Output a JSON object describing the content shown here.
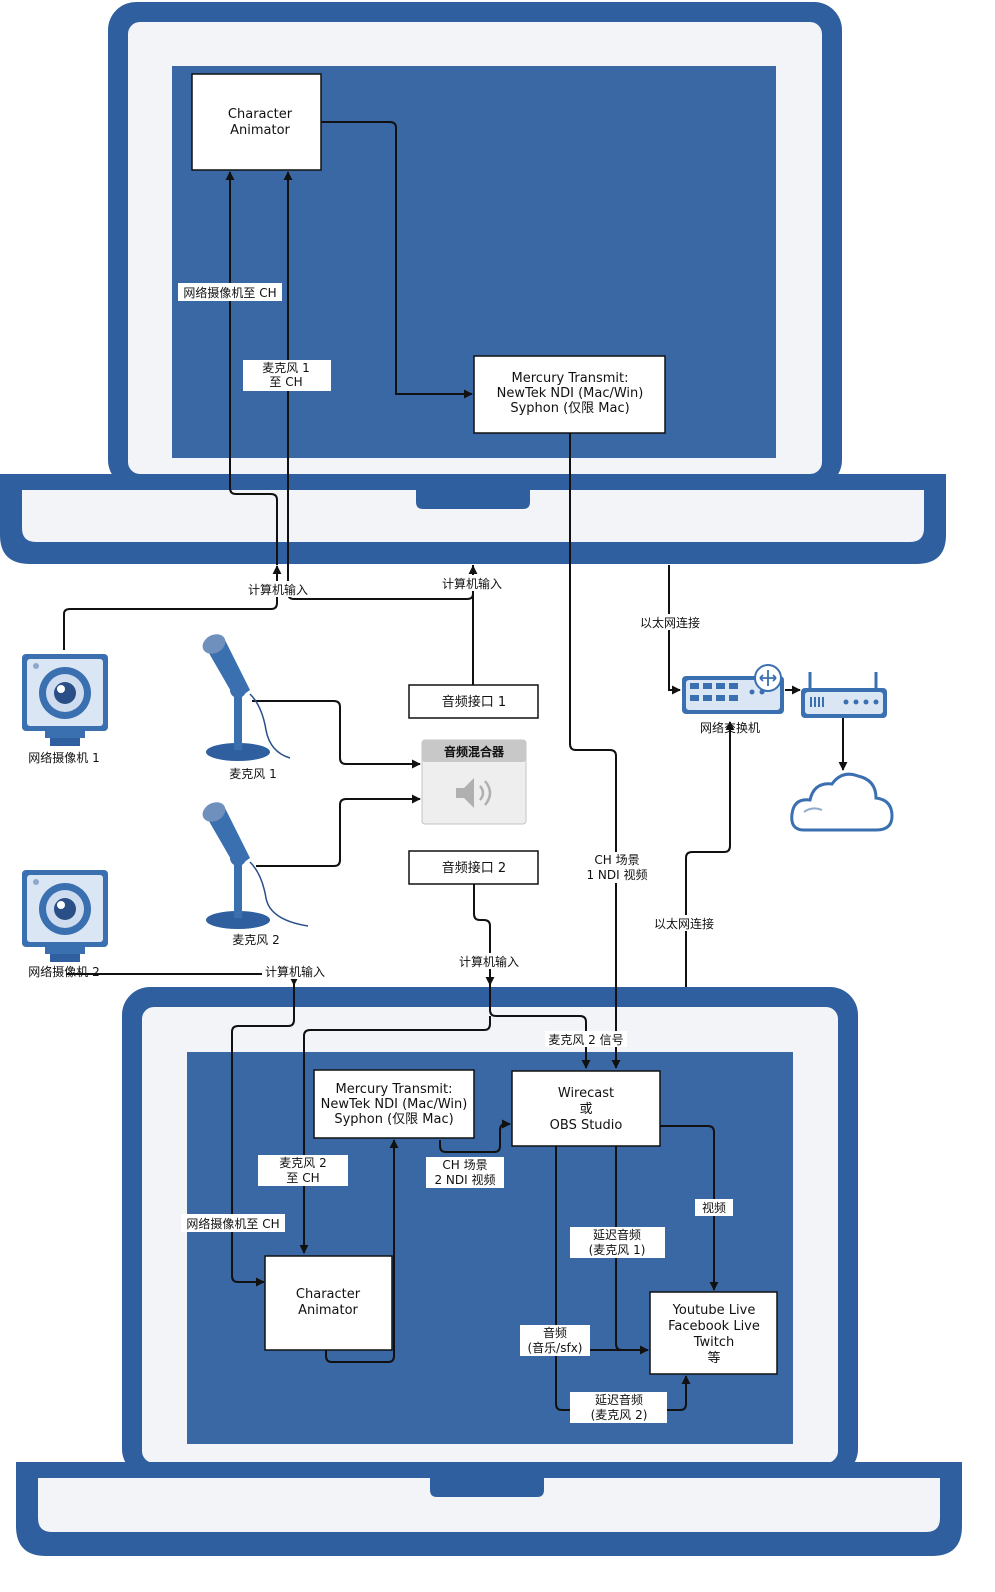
{
  "colors": {
    "laptop_frame": "#2f5f9e",
    "laptop_screen": "#3a68a4",
    "laptop_bezel": "#f3f4f8",
    "box_fill": "#ffffff",
    "wire": "#111111",
    "device_blue": "#3a6fb0",
    "device_light": "#dbe6f4"
  },
  "top": {
    "ch_line1": "Character",
    "ch_line2": "Animator",
    "mt_line1": "Mercury Transmit:",
    "mt_line2": "NewTek NDI (Mac/Win)",
    "mt_line3": "Syphon (仅限 Mac)",
    "webcam_to_ch": "网络摄像机至 CH",
    "mic1_to_ch_l1": "麦克风 1",
    "mic1_to_ch_l2": "至 CH"
  },
  "middle": {
    "computer_input_a": "计算机输入",
    "computer_input_b": "计算机输入",
    "computer_input_c": "计算机输入",
    "computer_input_d": "计算机输入",
    "webcam1": "网络摄像机 1",
    "webcam2": "网络摄像机 2",
    "mic1": "麦克风 1",
    "mic2": "麦克风 2",
    "audio_port1": "音频接口 1",
    "audio_port2": "音频接口 2",
    "mixer_title": "音频混合器",
    "ethernet_a": "以太网连接",
    "ethernet_b": "以太网连接",
    "switch": "网络交换机",
    "ch_scene1_l1": "CH 场景",
    "ch_scene1_l2": "1 NDI 视频"
  },
  "bottom": {
    "mic2_signal": "麦克风 2 信号",
    "mt_line1": "Mercury Transmit:",
    "mt_line2": "NewTek NDI (Mac/Win)",
    "mt_line3": "Syphon (仅限 Mac)",
    "wirecast_l1": "Wirecast",
    "wirecast_l2": "或",
    "wirecast_l3": "OBS Studio",
    "mic2_to_ch_l1": "麦克风 2",
    "mic2_to_ch_l2": "至 CH",
    "ch_scene2_l1": "CH 场景",
    "ch_scene2_l2": "2 NDI 视频",
    "webcam_to_ch": "网络摄像机至 CH",
    "video": "视频",
    "delay_audio1_l1": "延迟音频",
    "delay_audio1_l2": "(麦克风 1)",
    "ch_line1": "Character",
    "ch_line2": "Animator",
    "stream_l1": "Youtube Live",
    "stream_l2": "Facebook Live",
    "stream_l3": "Twitch",
    "stream_l4": "等",
    "audio_l1": "音频",
    "audio_l2": "(音乐/sfx)",
    "delay_audio2_l1": "延迟音频",
    "delay_audio2_l2": "(麦克风 2)"
  }
}
